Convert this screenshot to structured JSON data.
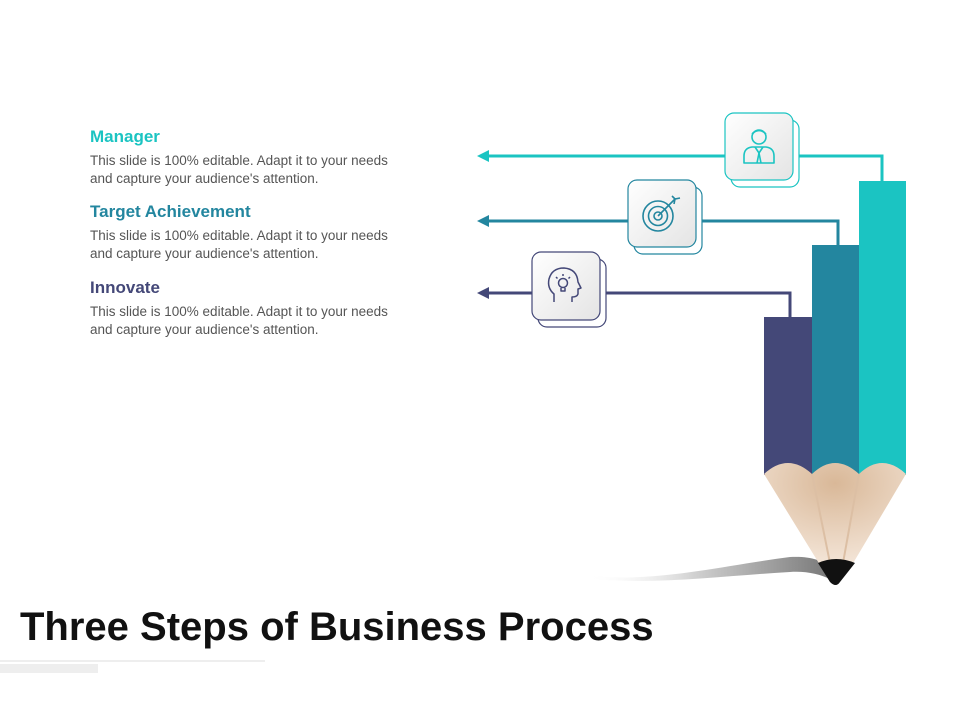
{
  "slide": {
    "title": "Three Steps of Business Process"
  },
  "steps": [
    {
      "heading": "Manager",
      "body_line1": "This slide is 100% editable. Adapt it to your needs",
      "body_line2": "and capture your audience's attention.",
      "color": "#1bc4c2",
      "icon": "manager-icon"
    },
    {
      "heading": "Target Achievement",
      "body_line1": "This slide is 100% editable. Adapt it to your needs",
      "body_line2": "and capture your audience's attention.",
      "color": "#23869f",
      "icon": "target-icon"
    },
    {
      "heading": "Innovate",
      "body_line1": "This slide is 100% editable. Adapt it to your needs",
      "body_line2": "and capture your audience's attention.",
      "color": "#444878",
      "icon": "idea-head-icon"
    }
  ],
  "pencil": {
    "wood_color": "#e2c6ad",
    "tip_color": "#111111"
  }
}
